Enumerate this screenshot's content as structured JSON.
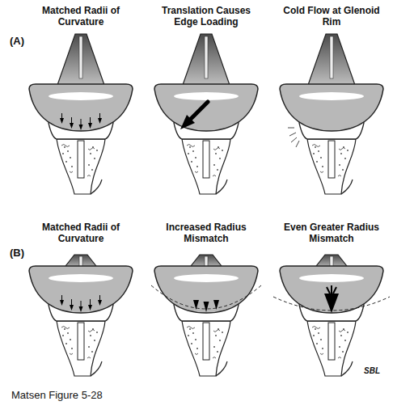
{
  "diagram": {
    "caption": "Matsen Figure 5-28",
    "labels": [
      "(A)",
      "Matched Radii of Curvature",
      "Translation Causes Edge Loading",
      "Cold Flow at Glenoid Rim",
      "(B)",
      "Matched Radii of Curvature",
      "Increased Radius Mismatch",
      "Even Greater Radius Mismatch",
      "SBL"
    ]
  }
}
